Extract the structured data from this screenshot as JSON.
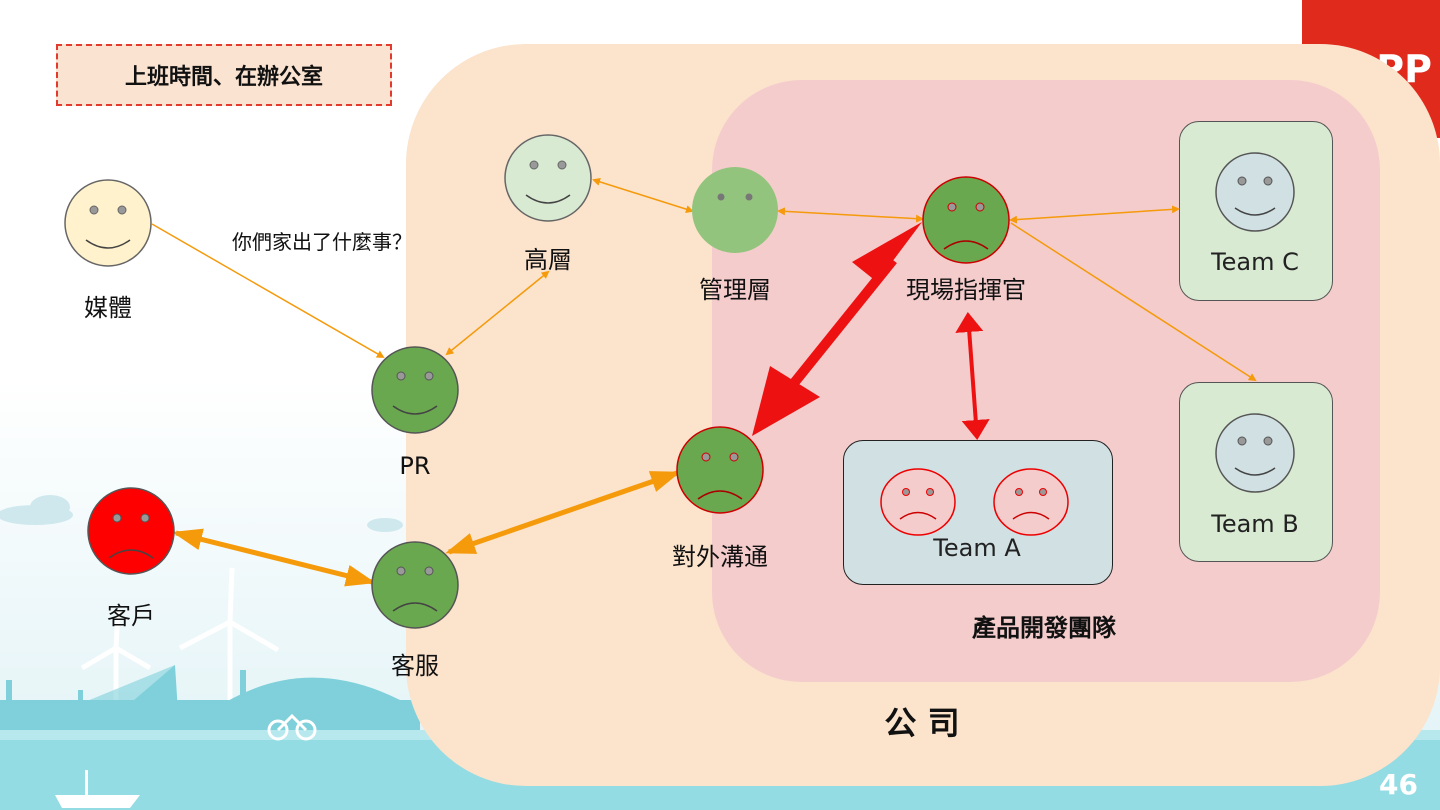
{
  "slide": {
    "title_box": "上班時間、在辦公室",
    "brand_text": "PP",
    "page_number": "46"
  },
  "zones": {
    "company_label": "公 司",
    "product_team_label": "產品開發團隊"
  },
  "speech": {
    "media_question": "你們家出了什麼事？"
  },
  "nodes": {
    "media": "媒體",
    "pr": "PR",
    "executive": "高層",
    "management": "管理層",
    "field_commander": "現場指揮官",
    "external_comm": "對外溝通",
    "customer_service": "客服",
    "customer": "客戶",
    "team_a": "Team A",
    "team_b": "Team B",
    "team_c": "Team C"
  },
  "colors": {
    "brand_red": "#e02a1c",
    "company_zone": "#fbe3cc",
    "product_zone": "#f4cccc",
    "arrow_orange": "#f59a0b",
    "arrow_red": "#ee1111",
    "face_green": "#6aa84f",
    "face_red": "#ff0000"
  }
}
